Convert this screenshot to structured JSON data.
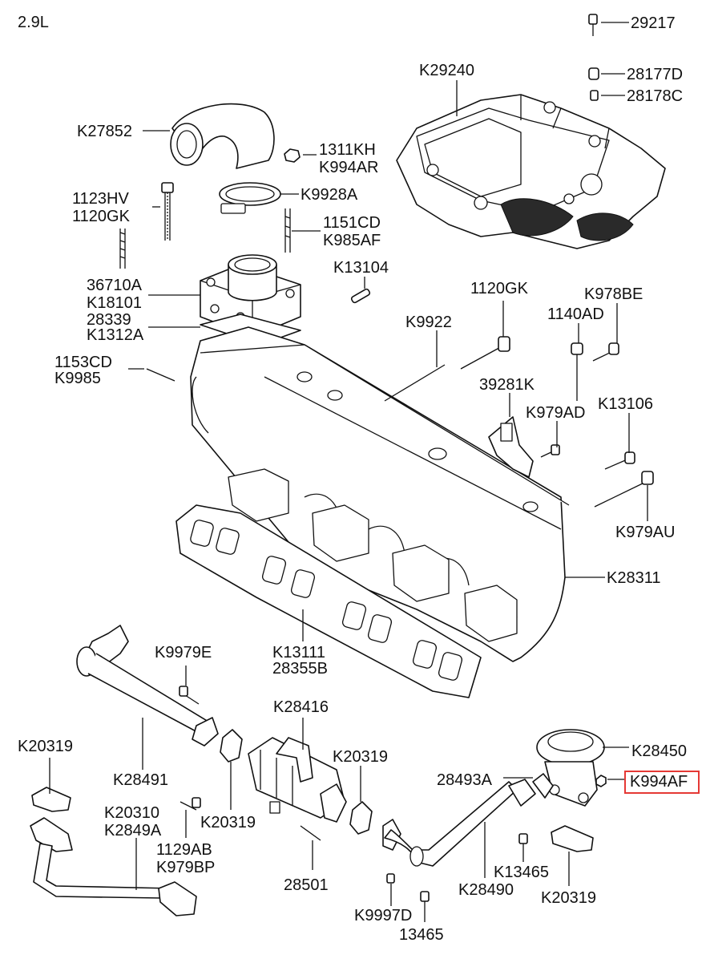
{
  "engine": "2.9L",
  "highlight_color": "#e53935",
  "labels": {
    "p29217": "29217",
    "p28177d": "28177D",
    "p28178c": "28178C",
    "k29240": "K29240",
    "k27852": "K27852",
    "p1311kh": "1311KH",
    "k994ar": "K994AR",
    "k9928a": "K9928A",
    "p1123hv": "1123HV",
    "p1120gk_a": "1120GK",
    "p1151cd": "1151CD",
    "k985af": "K985AF",
    "k13104": "K13104",
    "p36710a": "36710A",
    "k18101": "K18101",
    "p28339": "28339",
    "k1312a": "K1312A",
    "p1120gk_b": "1120GK",
    "k978be": "K978BE",
    "p1140ad": "1140AD",
    "k9922": "K9922",
    "p1153cd": "1153CD",
    "k9985": "K9985",
    "p39281k": "39281K",
    "k979ad": "K979AD",
    "k13106": "K13106",
    "k979au": "K979AU",
    "k28311": "K28311",
    "k9979e": "K9979E",
    "k13111": "K13111",
    "p28355b": "28355B",
    "k28416": "K28416",
    "k20319_a": "K20319",
    "k28491": "K28491",
    "k20319_b": "K20319",
    "k28450": "K28450",
    "p28493a": "28493A",
    "k994af": "K994AF",
    "k20310": "K20310",
    "k2849a": "K2849A",
    "k20319_c": "K20319",
    "p1129ab": "1129AB",
    "k979bp": "K979BP",
    "p28501": "28501",
    "k13465": "K13465",
    "k20319_d": "K20319",
    "k28490": "K28490",
    "k9997d": "K9997D",
    "p13465": "13465"
  }
}
